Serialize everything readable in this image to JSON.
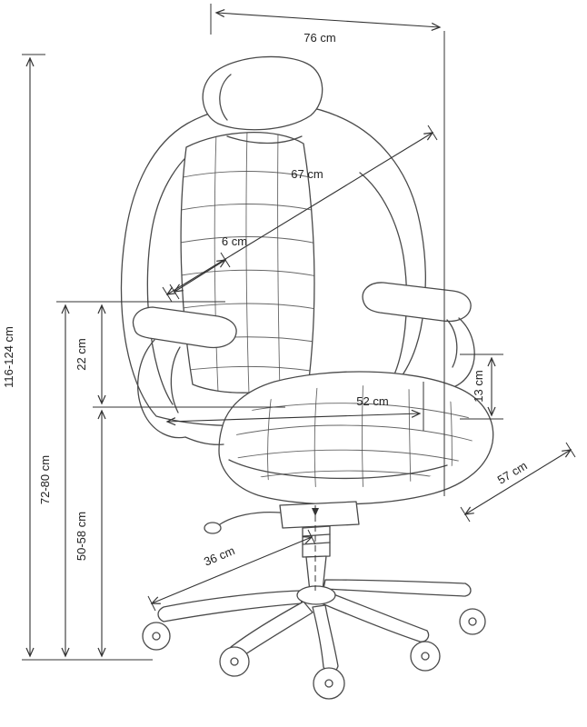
{
  "diagram": {
    "dimensions": {
      "overall_height": "116-124 cm",
      "backrest_floor_height": "72-80 cm",
      "seat_height": "50-58 cm",
      "seat_to_armrest": "22 cm",
      "overall_width": "76 cm",
      "backrest_diagonal": "67 cm",
      "headrest_depth": "6 cm",
      "seat_width": "52 cm",
      "seat_cushion_thickness": "13 cm",
      "seat_depth": "57 cm",
      "base_leg_length": "36 cm"
    },
    "colors": {
      "line": "#4a4a4a",
      "dimension": "#333333",
      "background": "#ffffff",
      "text": "#222222"
    }
  }
}
